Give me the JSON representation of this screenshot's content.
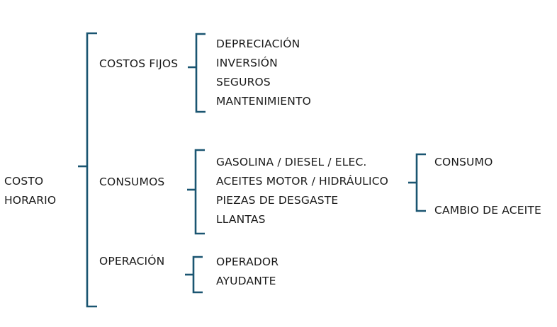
{
  "diagram": {
    "type": "bracket-tree",
    "title": "COSTO HORARIO",
    "line_color": "#1a5571",
    "text_color": "#1a1a1a",
    "background": "#ffffff",
    "root": {
      "label_line_1": "COSTO",
      "label_line_2": "HORARIO"
    },
    "categories": [
      {
        "id": "costos-fijos",
        "label": "COSTOS FIJOS",
        "items": [
          "DEPRECIACIÓN",
          "INVERSIÓN",
          "SEGUROS",
          "MANTENIMIENTO"
        ]
      },
      {
        "id": "consumos",
        "label": "CONSUMOS",
        "items": [
          "GASOLINA / DIESEL / ELEC.",
          "ACEITES MOTOR / HIDRÁULICO",
          "PIEZAS DE DESGASTE",
          "LLANTAS"
        ],
        "subitems": [
          "CONSUMO",
          "CAMBIO DE ACEITE"
        ]
      },
      {
        "id": "operacion",
        "label": "OPERACIÓN",
        "items": [
          "OPERADOR",
          "AYUDANTE"
        ]
      }
    ]
  }
}
